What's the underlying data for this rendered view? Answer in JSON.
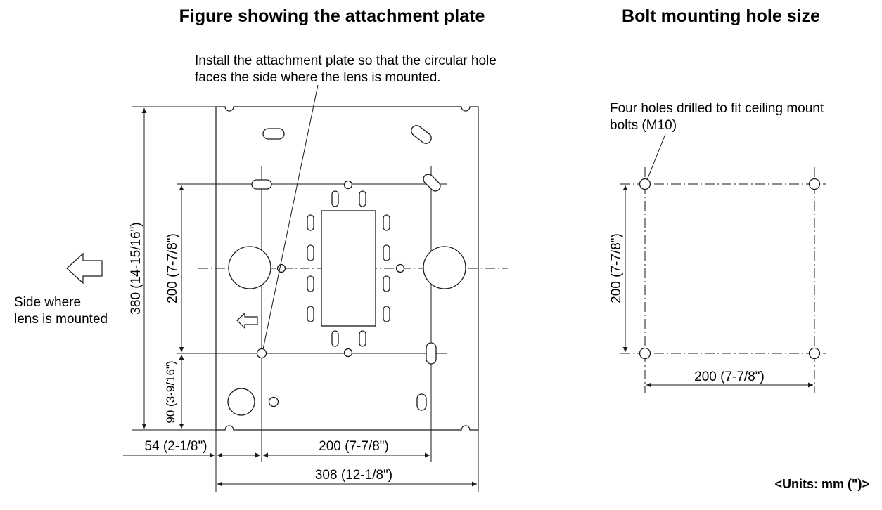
{
  "left_figure": {
    "title": "Figure showing the attachment plate",
    "install_note": {
      "line1": "Install the attachment plate so that the circular hole",
      "line2": "faces the side where the lens is mounted."
    },
    "side_label": {
      "line1": "Side where",
      "line2": "lens is mounted"
    },
    "dimensions": {
      "height_total": "380 (14-15/16\")",
      "height_hole_spacing": "200 (7-7/8\")",
      "height_bottom_offset": "90 (3-9/16\")",
      "width_left_offset": "54 (2-1/8\")",
      "width_hole_spacing": "200 (7-7/8\")",
      "width_total": "308 (12-1/8\")"
    }
  },
  "right_figure": {
    "title": "Bolt mounting hole size",
    "holes_note": {
      "line1": "Four holes drilled to fit ceiling mount",
      "line2": "bolts (M10)"
    },
    "dimensions": {
      "vertical": "200 (7-7/8\")",
      "horizontal": "200 (7-7/8\")"
    }
  },
  "units_label": "<Units: mm (\")>"
}
